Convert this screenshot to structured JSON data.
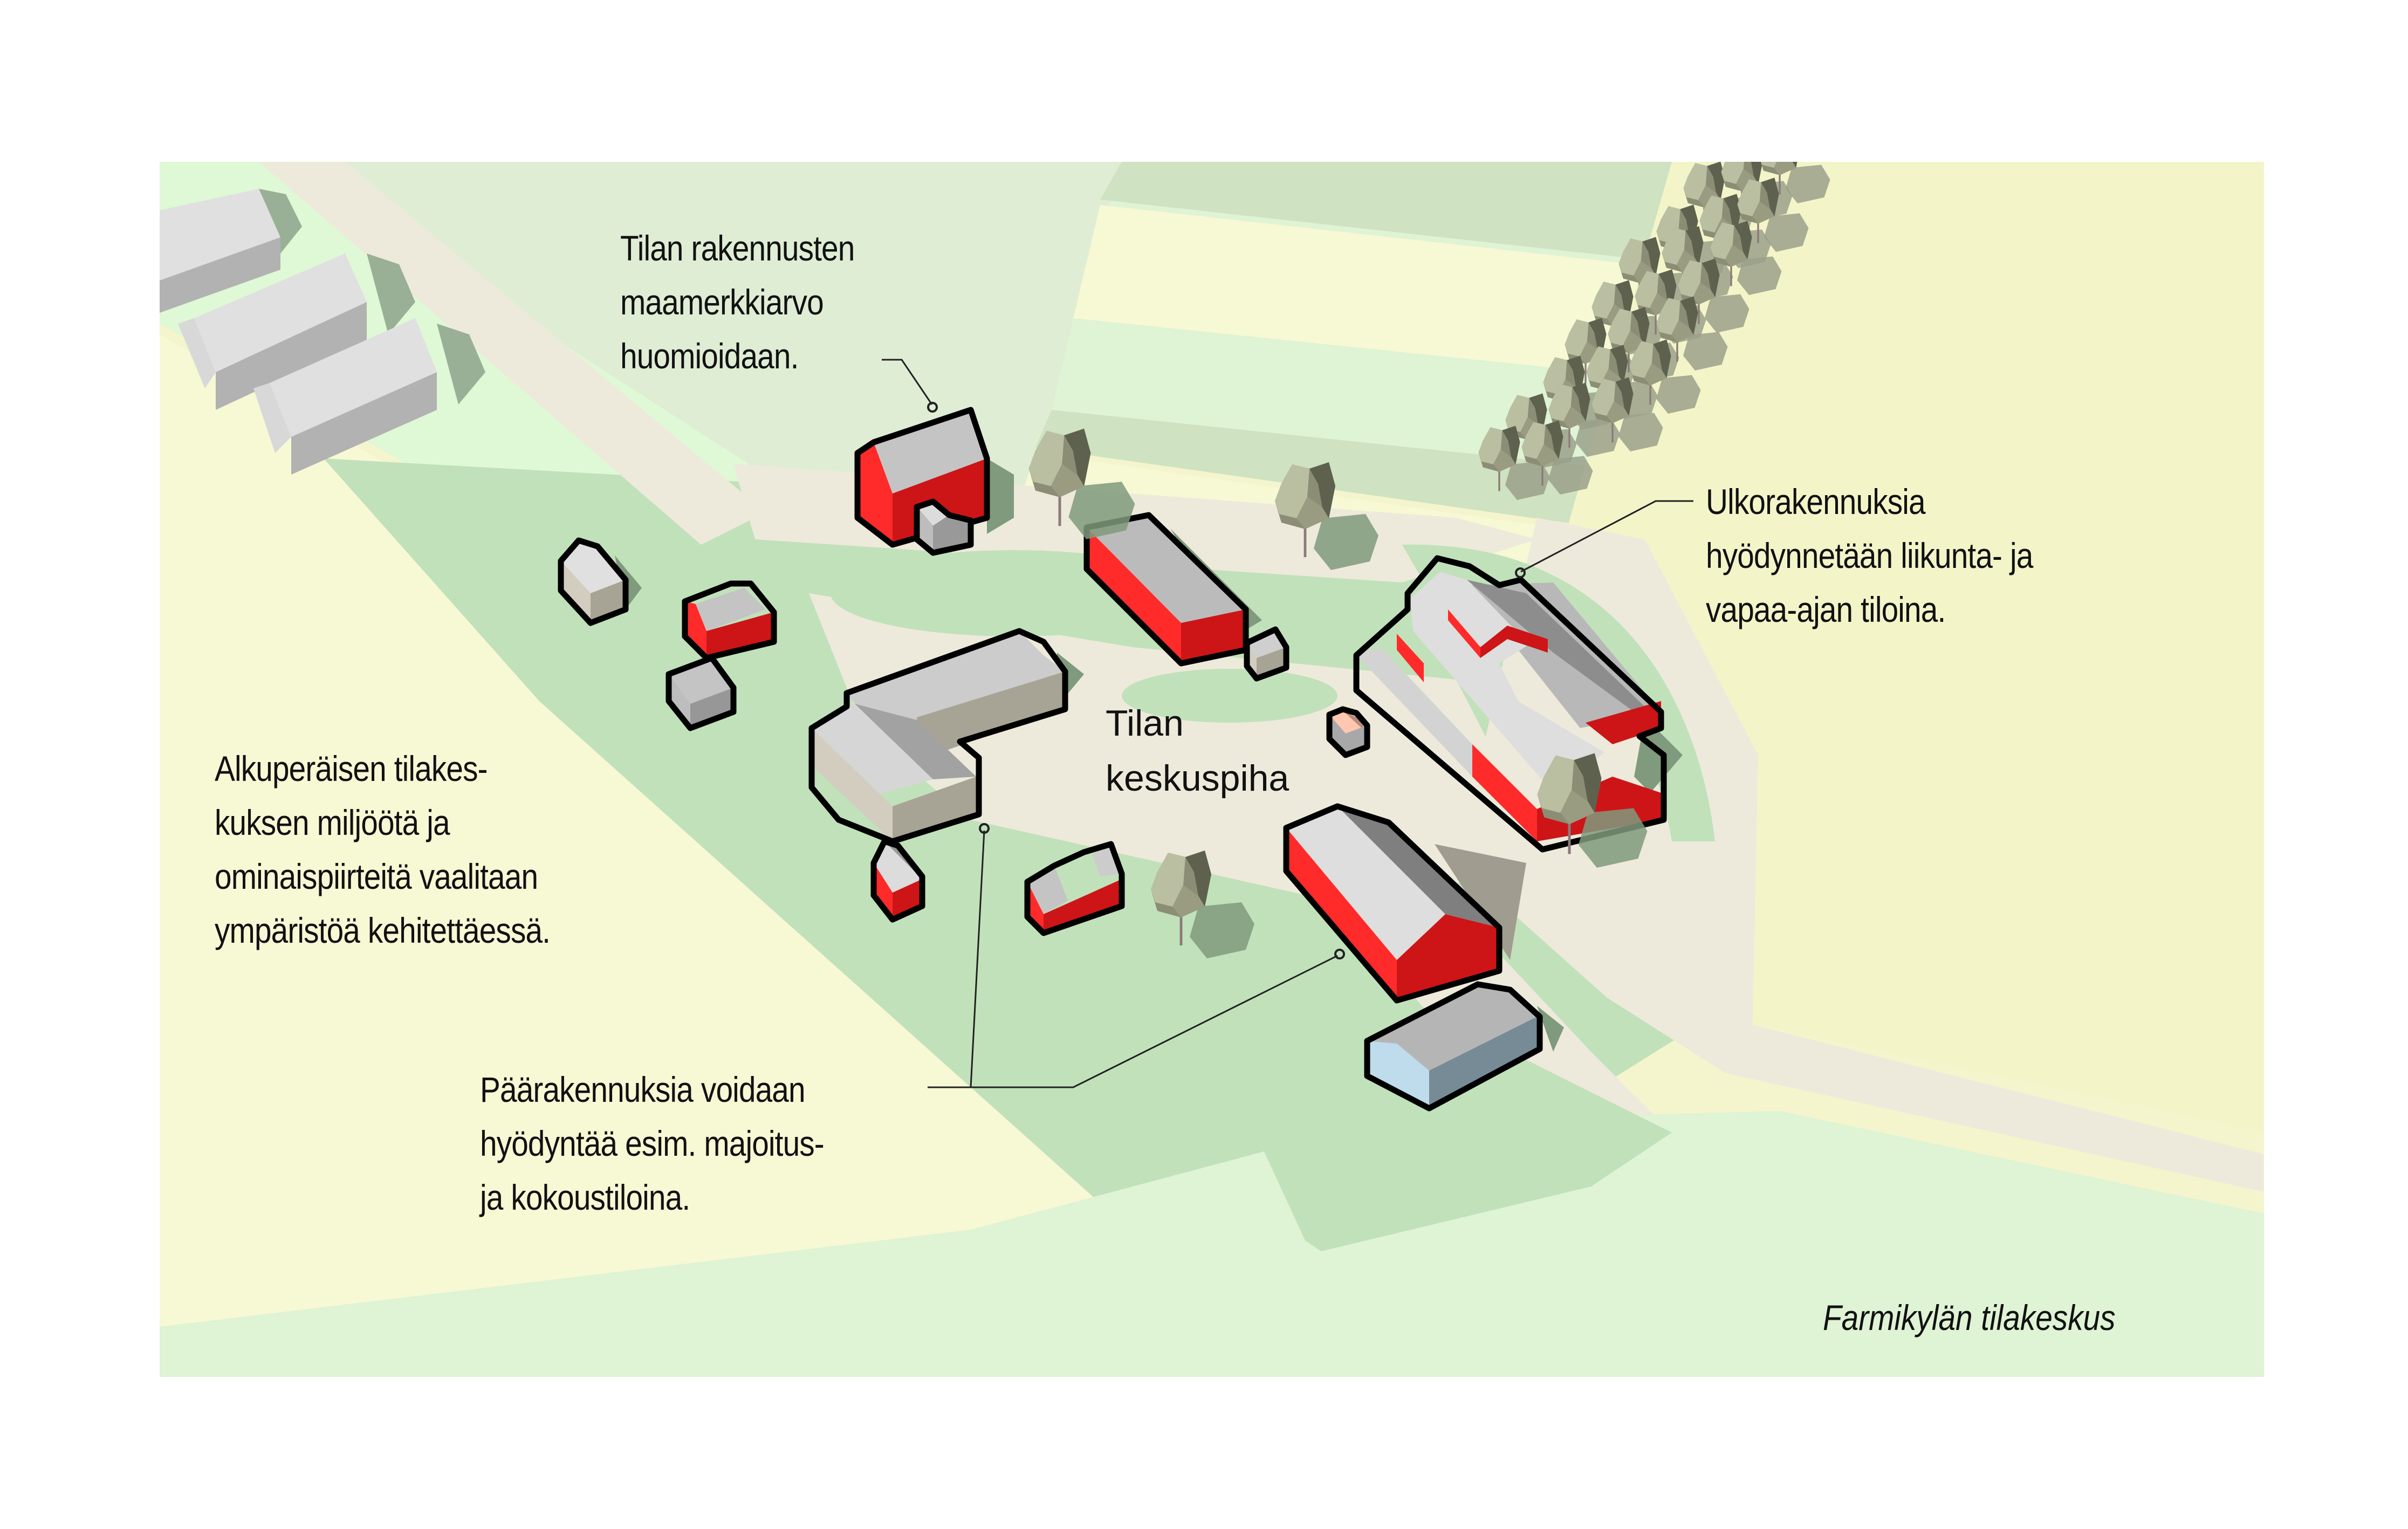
{
  "figure": {
    "title": "Farmikylän tilakeskus",
    "center_label": "Tilan\nkeskuspiha"
  },
  "callouts": [
    {
      "id": "landmark",
      "text": "Tilan rakennusten\nmaamerkkiarvo\nhuomioidaan."
    },
    {
      "id": "outbuildings",
      "text": "Ulkorakennuksia\nhyödynnetään liikunta- ja\nvapaa-ajan tiloina."
    },
    {
      "id": "milieu",
      "text": "Alkuperäisen tilakes-\nkuksen miljöötä ja\nominaispiirteitä vaalitaan\nympäristöä kehitettäessä."
    },
    {
      "id": "main-buildings",
      "text": "Päärakennuksia voidaan\nhyödyntää esim. majoitus-\nja kokoustiloina."
    }
  ],
  "colors": {
    "field_yellow": "#f7f7d4",
    "field_light_green": "#dff0d3",
    "lawn_green": "#c1e1ba",
    "yard_beige": "#eeeadb",
    "stripe_green": "#cfe2c1",
    "roof_light": "#dcdcdc",
    "roof_mid": "#c4c4c4",
    "wall_red_light": "#ff2a2a",
    "wall_red_dark": "#cd1517",
    "wall_beige": "#d3cdbf",
    "wall_taupe": "#a8a495",
    "wall_blue_light": "#bedcec",
    "wall_blue_dark": "#778b96",
    "tree_light": "#bbbfa2",
    "tree_mid": "#8b8e75",
    "tree_dark": "#5e614e",
    "shadow": "#7f9a7c",
    "outline": "#000000"
  }
}
